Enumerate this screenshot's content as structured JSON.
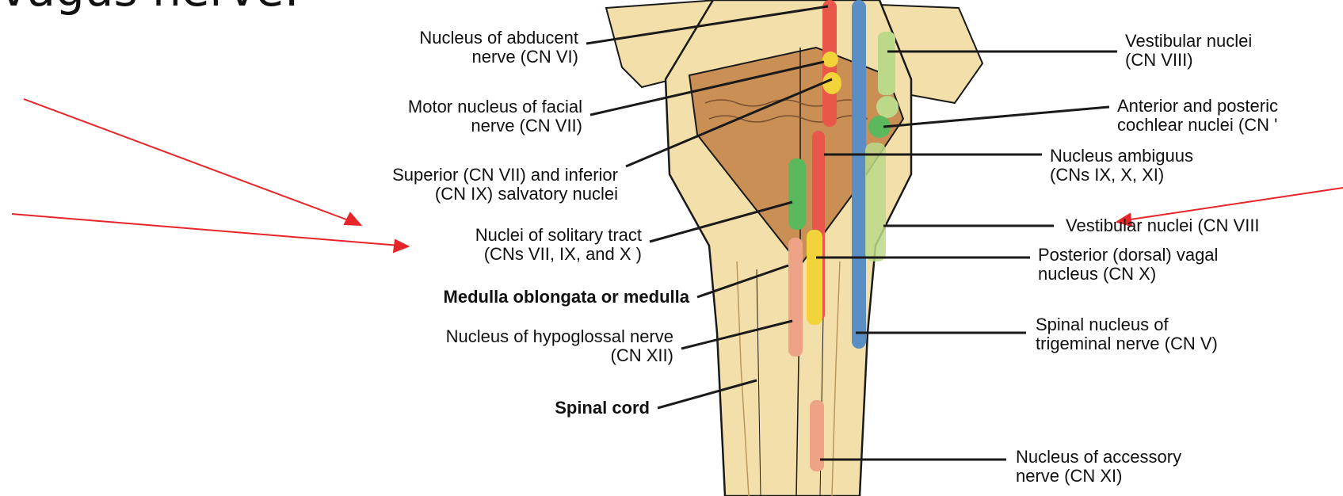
{
  "title": "vagus nerve:",
  "labels": {
    "abducent": {
      "line1": "Nucleus of abducent",
      "line2": "nerve (CN VI)"
    },
    "facial": {
      "line1": "Motor nucleus of facial",
      "line2": "nerve (CN VII)"
    },
    "salvatory": {
      "line1": "Superior (CN VII) and inferior",
      "line2": "(CN IX) salvatory nuclei"
    },
    "solitary": {
      "line1": "Nuclei of solitary tract",
      "line2": "(CNs VII, IX, and X )"
    },
    "medulla": "Medulla oblongata or medulla",
    "hypoglossal": {
      "line1": "Nucleus of hypoglossal nerve",
      "line2": "(CN XII)"
    },
    "spinal_cord": "Spinal cord",
    "vestibular_top": {
      "line1": "Vestibular nuclei",
      "line2": "(CN VIII)"
    },
    "cochlear": {
      "line1": "Anterior and posteric",
      "line2": "cochlear nuclei (CN '"
    },
    "ambiguus": {
      "line1": "Nucleus ambiguus",
      "line2": "(CNs IX, X, XI)"
    },
    "vestibular_mid": "Vestibular nuclei (CN VIII",
    "vagal": {
      "line1": "Posterior (dorsal) vagal",
      "line2": "nucleus (CN X)"
    },
    "trigeminal": {
      "line1": "Spinal nucleus of",
      "line2": "trigeminal nerve (CN V)"
    },
    "accessory": {
      "line1": "Nucleus of accessory",
      "line2": "nerve (CN XI)"
    }
  },
  "colors": {
    "brainstem": "#f3dfaa",
    "brainstem_dark": "#e7c580",
    "floor": "#c98f55",
    "outline": "#1a1a1a",
    "motor_red": "#e8574a",
    "sensory_blue": "#5b8fc4",
    "autonomic_yellow": "#f2d33a",
    "sensory_green": "#5cb85c",
    "light_green": "#bcd98a",
    "salmon": "#eea387",
    "arrow_red": "#e8262a"
  }
}
